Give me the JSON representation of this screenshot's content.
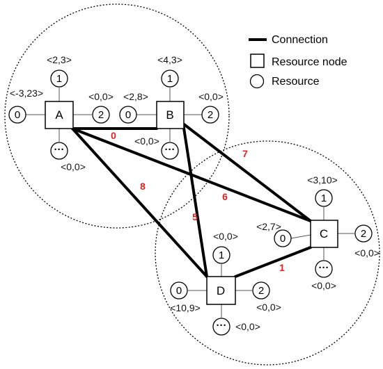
{
  "legend": {
    "connection": "Connection",
    "resource_node": "Resource node",
    "resource": "Resource"
  },
  "colors": {
    "edge_label": "#e02020",
    "stroke": "#000000"
  },
  "nodes": [
    {
      "id": "A",
      "resources": [
        {
          "label": "0",
          "value": "<-3,23>"
        },
        {
          "label": "1",
          "value": "<2,3>"
        },
        {
          "label": "2",
          "value": "<0,0>"
        },
        {
          "label": "···",
          "value": "<0,0>"
        }
      ]
    },
    {
      "id": "B",
      "resources": [
        {
          "label": "0",
          "value": "<2,8>"
        },
        {
          "label": "1",
          "value": "<4,3>"
        },
        {
          "label": "2",
          "value": "<0,0>"
        },
        {
          "label": "···",
          "value": "<0,0>"
        }
      ]
    },
    {
      "id": "C",
      "resources": [
        {
          "label": "0",
          "value": "<2,7>"
        },
        {
          "label": "1",
          "value": "<3,10>"
        },
        {
          "label": "2",
          "value": "<0,0>"
        },
        {
          "label": "···",
          "value": "<0,0>"
        }
      ]
    },
    {
      "id": "D",
      "resources": [
        {
          "label": "0",
          "value": "<10,9>"
        },
        {
          "label": "1",
          "value": "<0,0>"
        },
        {
          "label": "2",
          "value": "<0,0>"
        },
        {
          "label": "···",
          "value": "<0,0>"
        }
      ]
    }
  ],
  "connections": [
    {
      "from": "A",
      "to": "B",
      "label": "0"
    },
    {
      "from": "A",
      "to": "C",
      "label": "6"
    },
    {
      "from": "A",
      "to": "D",
      "label": "8"
    },
    {
      "from": "B",
      "to": "C",
      "label": "7"
    },
    {
      "from": "B",
      "to": "D",
      "label": "5"
    },
    {
      "from": "D",
      "to": "C",
      "label": "1"
    }
  ]
}
